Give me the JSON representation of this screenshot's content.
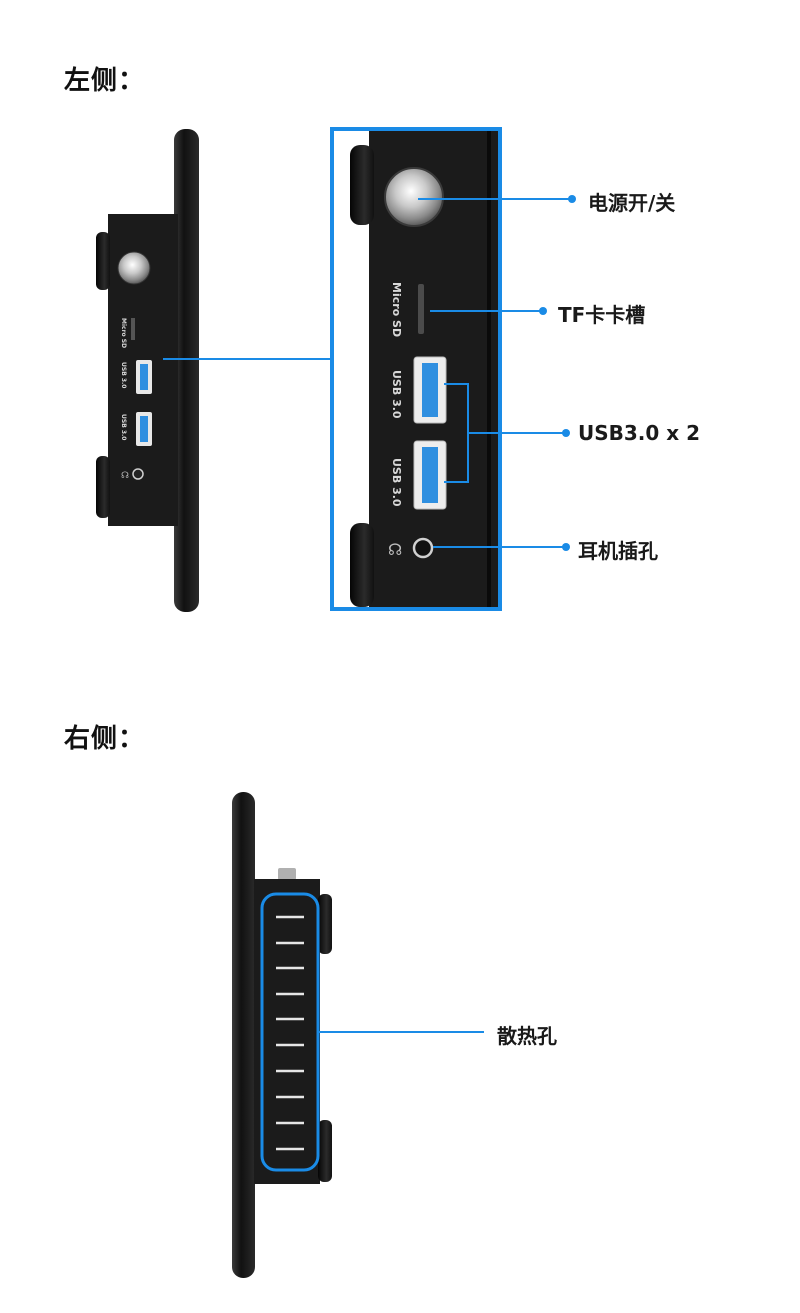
{
  "sections": {
    "left": {
      "title": "左侧："
    },
    "right": {
      "title": "右侧："
    }
  },
  "left_device": {
    "port_labels": {
      "micro_sd": "Micro SD",
      "usb_top": "USB 3.0",
      "usb_bottom": "USB 3.0"
    }
  },
  "callouts": {
    "power": "电源开/关",
    "tf_slot": "TF卡卡槽",
    "usb": "USB3.0 x 2",
    "earphone": "耳机插孔",
    "vents": "散热孔"
  },
  "colors": {
    "accent": "#1a8be6",
    "device_body": "#1b1b1b",
    "usb_port_blue": "#2f8fe0"
  }
}
